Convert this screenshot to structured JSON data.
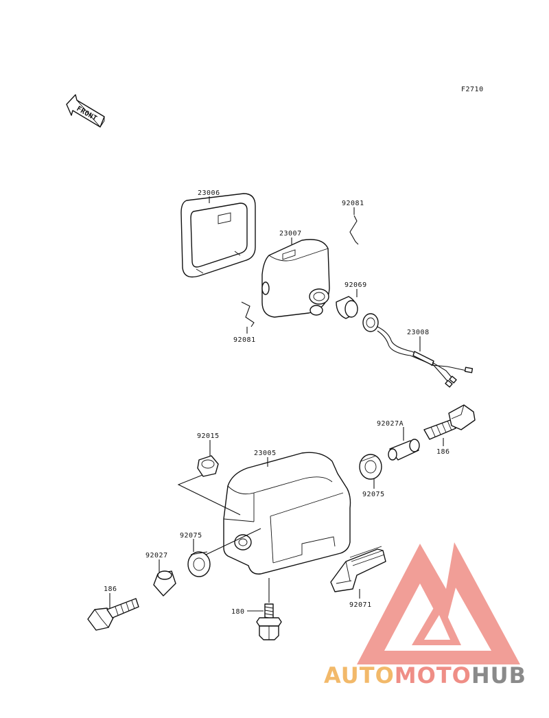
{
  "figure_code": "F2710",
  "front_arrow_label": "FRONT",
  "parts": {
    "lamp_rim": "23006",
    "headlamp_unit": "23007",
    "clip_upper": "92081",
    "clip_lower": "92081",
    "bulb": "92069",
    "socket_assy": "23008",
    "bracket_collar_a": "92027A",
    "bolt_right": "186",
    "bracket": "23005",
    "grommet_top": "92015",
    "grommet_right": "92075",
    "grommet_left": "92075",
    "collar_left": "92027",
    "bolt_left": "186",
    "bolt_bottom": "180",
    "rubber_pad": "92071"
  },
  "watermark": {
    "part1": "AUTO",
    "part2": "MOTO",
    "part3": "HUB",
    "color_orange": "#f2b96a",
    "color_red": "#ef8e86",
    "color_gray": "#8a8a8a"
  }
}
